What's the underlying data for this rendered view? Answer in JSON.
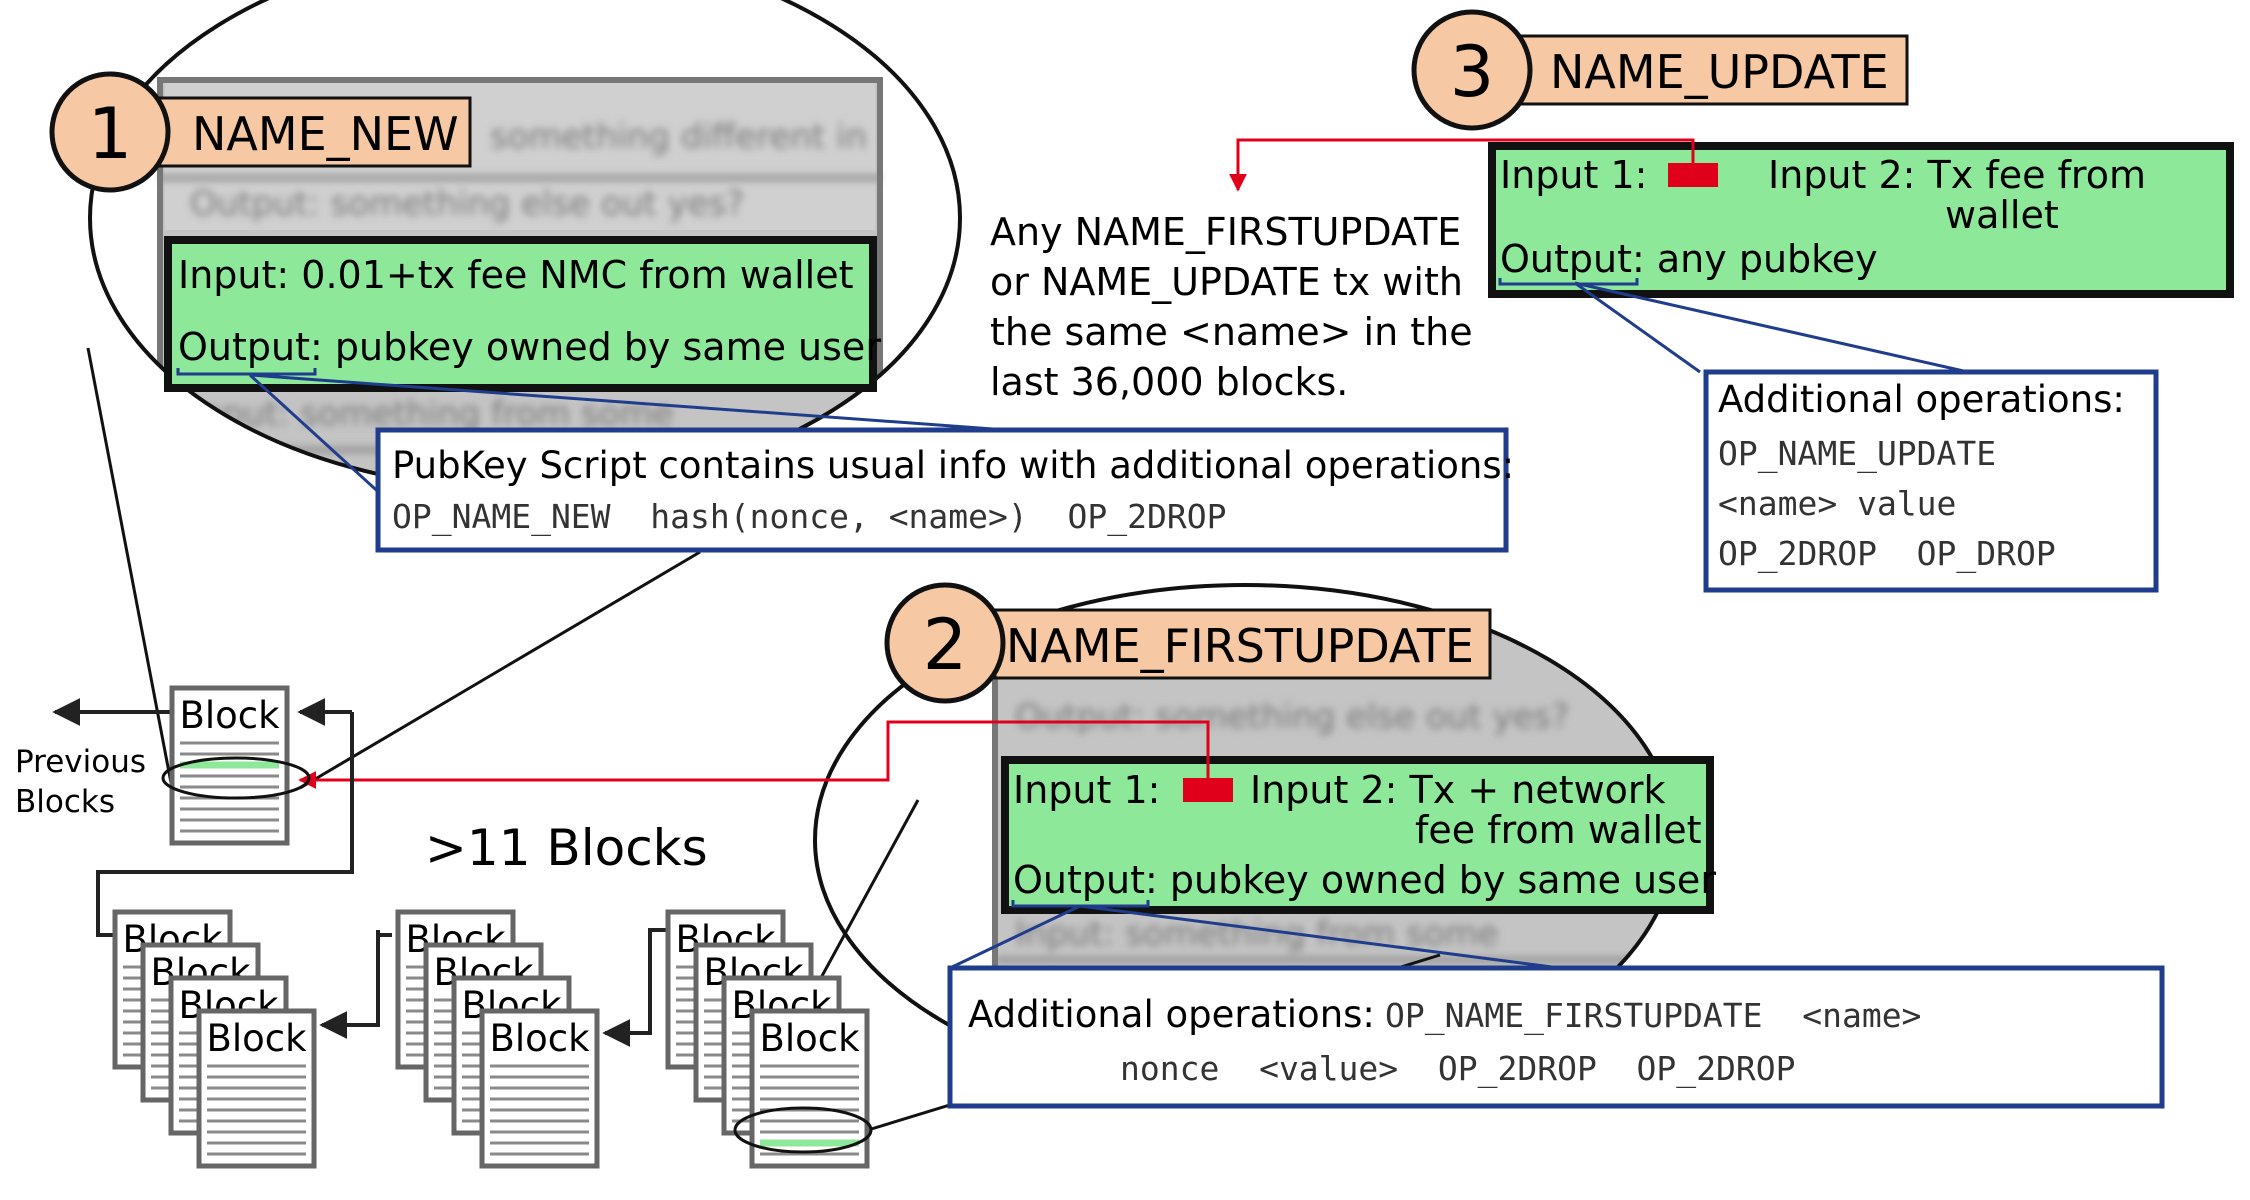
{
  "colors": {
    "green": "#8de89a",
    "peach": "#f6c8a4",
    "blue": "#1f3d8c",
    "red": "#e0001b",
    "gray": "#bdbdbd",
    "dark": "#111111"
  },
  "name_new": {
    "number": "1",
    "label": "NAME_NEW",
    "input": "Input: 0.01+tx fee NMC from wallet",
    "output_prefix": "Output:",
    "output_rest": " pubkey owned by same user",
    "blurred_1": "something different in",
    "blurred_2": "Output: something else out yes?",
    "blurred_3": "Input: something from some",
    "blurred_4": "Output: something",
    "callout_title": "PubKey Script contains usual info with additional operations:",
    "callout_code": "OP_NAME_NEW  hash(nonce, <name>)  OP_2DROP"
  },
  "name_update": {
    "number": "3",
    "label": "NAME_UPDATE",
    "input1": "Input 1:",
    "input2_line1": "Input 2: Tx fee from",
    "input2_line2": "wallet",
    "output_prefix": "Output:",
    "output_rest": " any pubkey",
    "callout_title": "Additional operations:",
    "callout_code_1": "OP_NAME_UPDATE",
    "callout_code_2": "<name> value",
    "callout_code_3": "OP_2DROP  OP_DROP",
    "reference_text": [
      "Any NAME_FIRSTUPDATE",
      "or NAME_UPDATE tx with",
      "the same <name> in the",
      "last 36,000 blocks."
    ]
  },
  "name_firstupdate": {
    "number": "2",
    "label": "NAME_FIRSTUPDATE",
    "input1": "Input 1:",
    "input2_line1": "Input 2: Tx + network",
    "input2_line2": "fee from wallet",
    "output_prefix": "Output:",
    "output_rest": " pubkey owned by same user",
    "blurred_1": "Output: something else out yes?",
    "blurred_2": "Input: something from some",
    "callout_prefix": "Additional operations:",
    "callout_code_1": "OP_NAME_FIRSTUPDATE  <name>",
    "callout_code_2": "nonce  <value>  OP_2DROP  OP_2DROP"
  },
  "chain": {
    "block_label": "Block",
    "previous_line1": "Previous",
    "previous_line2": "Blocks",
    "gap_label": ">11 Blocks"
  }
}
